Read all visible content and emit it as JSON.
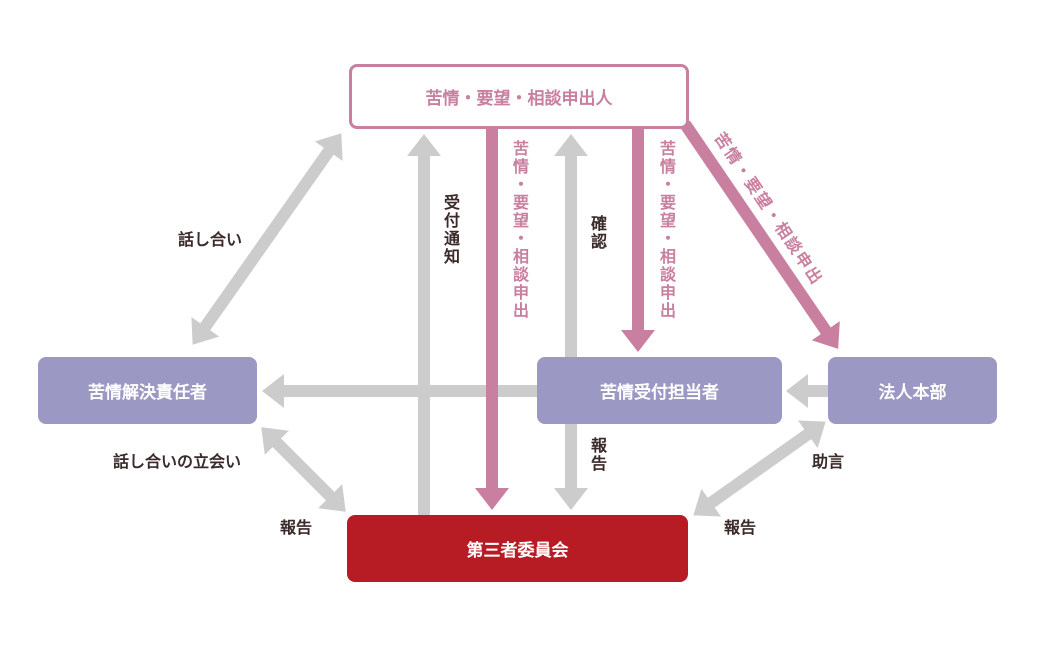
{
  "colors": {
    "pink": "#c97f9f",
    "gray": "#cccccc",
    "purple": "#9b98c4",
    "red": "#b71c24"
  },
  "nodes": {
    "applicant": "苦情・要望・相談申出人",
    "resolver": "苦情解決責任者",
    "receiver": "苦情受付担当者",
    "hq": "法人本部",
    "committee": "第三者委員会"
  },
  "labels": {
    "talk": "話し合い",
    "receipt_notice": "受付通知",
    "complaint_1": "苦情・要望・相談申出",
    "confirm": "確認",
    "complaint_2": "苦情・要望・相談申出",
    "complaint_3": "苦情・要望・相談申出",
    "talk_witness": "話し合いの立会い",
    "report_left": "報告",
    "report_mid": "報告",
    "advice": "助言",
    "report_right": "報告"
  }
}
